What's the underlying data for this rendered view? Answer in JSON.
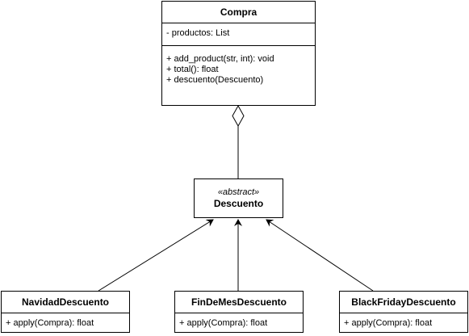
{
  "classes": {
    "compra": {
      "name": "Compra",
      "attributes": [
        "- productos: List"
      ],
      "methods": [
        "+ add_product(str, int): void",
        "+ total(): float",
        "+ descuento(Descuento)"
      ]
    },
    "descuento": {
      "stereotype": "«abstract»",
      "name": "Descuento"
    },
    "navidad": {
      "name": "NavidadDescuento",
      "methods": [
        "+ apply(Compra): float"
      ]
    },
    "findemes": {
      "name": "FinDeMesDescuento",
      "methods": [
        "+ apply(Compra): float"
      ]
    },
    "blackfriday": {
      "name": "BlackFridayDescuento",
      "methods": [
        "+ apply(Compra): float"
      ]
    }
  },
  "relations": [
    {
      "type": "aggregation",
      "from": "Descuento",
      "to": "Compra"
    },
    {
      "type": "inheritance",
      "from": "NavidadDescuento",
      "to": "Descuento"
    },
    {
      "type": "inheritance",
      "from": "FinDeMesDescuento",
      "to": "Descuento"
    },
    {
      "type": "inheritance",
      "from": "BlackFridayDescuento",
      "to": "Descuento"
    }
  ]
}
